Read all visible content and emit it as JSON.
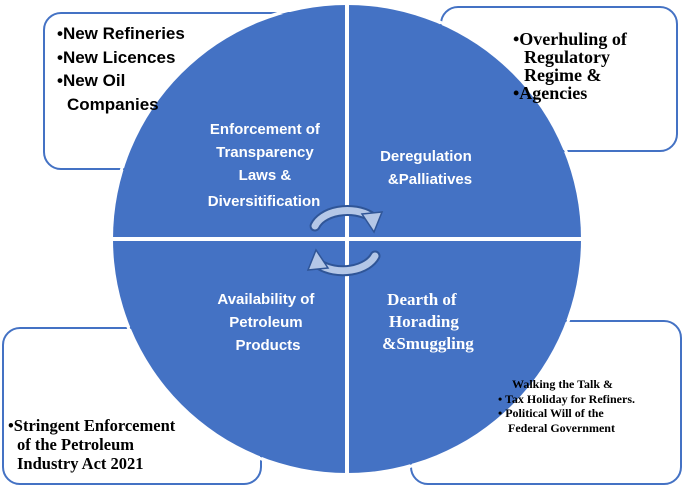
{
  "quadrants": {
    "top_left": {
      "line1": "Enforcement of",
      "line2": "Transparency",
      "line3": "Laws &",
      "line4": "Diversitification"
    },
    "top_right": {
      "line1": "Deregulation",
      "line2": "&Palliatives"
    },
    "bottom_left": {
      "line1": "Availability of",
      "line2": "Petroleum",
      "line3": "Products"
    },
    "bottom_right": {
      "line1": "Dearth of",
      "line2": "Horading",
      "line3": "&Smuggling"
    }
  },
  "boxes": {
    "top_left": {
      "items": [
        "•New Refineries",
        "•New Licences",
        "•New Oil",
        "Companies"
      ]
    },
    "top_right": {
      "items": [
        "•Overhuling of",
        "Regulatory",
        "Regime &",
        "•Agencies"
      ]
    },
    "bottom_left": {
      "items": [
        "•Stringent  Enforcement",
        "of the Petroleum",
        "Industry Act 2021"
      ]
    },
    "bottom_right": {
      "items": [
        "Walking the Talk &",
        "• Tax Holiday for Refiners.",
        "• Political Will of the",
        "Federal Government"
      ]
    }
  },
  "colors": {
    "circle_fill": "#4472C4",
    "box_border": "#4472C4",
    "text_on_circle": "#FFFFFF"
  },
  "icons": [
    "cycle-arrow-icon"
  ]
}
